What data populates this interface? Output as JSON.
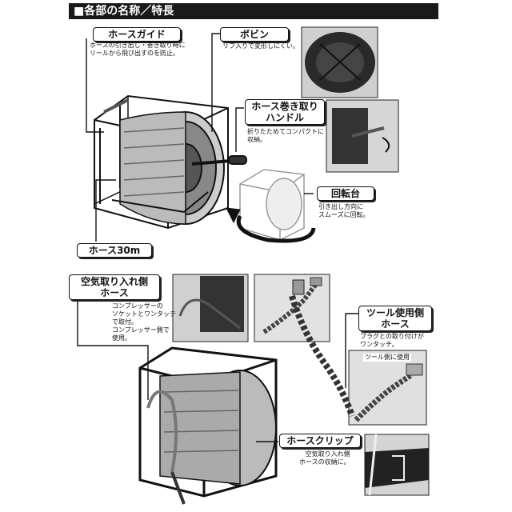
{
  "header": {
    "title": "■各部の名称／特長"
  },
  "callouts": {
    "hose_guide": {
      "label": "ホースガイド",
      "desc": "ホースの引き出し・巻き取り時に\nリールから飛び出すのを防止。"
    },
    "bobbin": {
      "label": "ボビン",
      "desc": "リブ入りで変形しにくい。"
    },
    "winding_handle": {
      "label": "ホース巻き取り\nハンドル",
      "desc": "折りたためてコンパクトに\n収納。"
    },
    "turntable": {
      "label": "回転台",
      "desc": "引き出し方向に\nスムーズに回転。"
    },
    "hose": {
      "label": "ホース30m"
    },
    "air_inlet": {
      "label": "空気取り入れ側\nホース",
      "desc": "コンプレッサーの\nソケットとワンタッチ\nで取付。\nコンプレッサー側で\n使用。"
    },
    "tool_side": {
      "label": "ツール使用側\nホース",
      "desc": "プラグとの取り付けが\nワンタッチ。",
      "photo_caption": "ツール側に使用"
    },
    "hose_clip": {
      "label": "ホースクリップ",
      "desc": "空気取り入れ側\nホースの収納に。"
    }
  }
}
